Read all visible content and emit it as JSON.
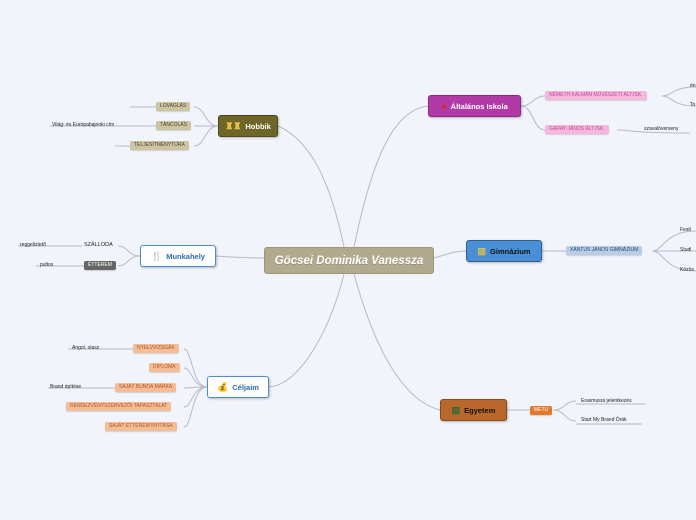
{
  "central": {
    "title": "Göcsei Dominika Vanessza"
  },
  "branches": {
    "hobbik": {
      "label": "Hobbik",
      "icon": "binoculars-icon",
      "items": [
        "LOVAGLÁS",
        "TÁNCOLÁS",
        "TELJESÍTMÉNYTÚRA"
      ],
      "leaf": "Világ- és Európabajnoki cím"
    },
    "munkahely": {
      "label": "Munkahely",
      "icon": "fork-knife-icon",
      "items": [
        "SZÁLLODA",
        "ÉTTEREM"
      ],
      "leaves": [
        "reggeliztető",
        "pultos"
      ]
    },
    "celjaim": {
      "label": "Céljaim",
      "icon": "money-bag-icon",
      "items": [
        "NYELVVIZSGÁK",
        "DIPLOMA",
        "SAJÁT BUNDA MÁRKA",
        "RENDEZVÉNYSZERVEZŐI TAPASZTALAT",
        "SAJÁT ÉTTEREM NYITÁSA"
      ],
      "leaves": [
        "Angol, olasz",
        "Brand építése"
      ]
    },
    "altalanos": {
      "label": "Általános Iskola",
      "icon": "apple-icon",
      "items": [
        "NÉMETH KÁLMÁN MŰVÉSZETI ÁLT.ISK.",
        "GARAY JÁNOS ÁLT.ISK."
      ],
      "leaves": [
        "én",
        "To",
        "szavalóverseny"
      ]
    },
    "gimnazium": {
      "label": "Gimnázium",
      "icon": "building-icon",
      "items": [
        "XÁNTUS JÁNOS GIMNÁZIUM"
      ],
      "leaves": [
        "Festi",
        "Studi",
        "Közös"
      ]
    },
    "egyetem": {
      "label": "Egyetem",
      "icon": "books-icon",
      "items": [
        "METU"
      ],
      "leaves": [
        "Erasmusra jelentkezés",
        "Start My Brand Órák"
      ]
    }
  },
  "colors": {
    "background": "#f2f4fb",
    "link": "#b8b8c8",
    "central": "#b0aa8f",
    "olive": "#6e6529",
    "purple": "#b13aa6",
    "blue": "#4a8fd6",
    "brown": "#b9672a"
  }
}
